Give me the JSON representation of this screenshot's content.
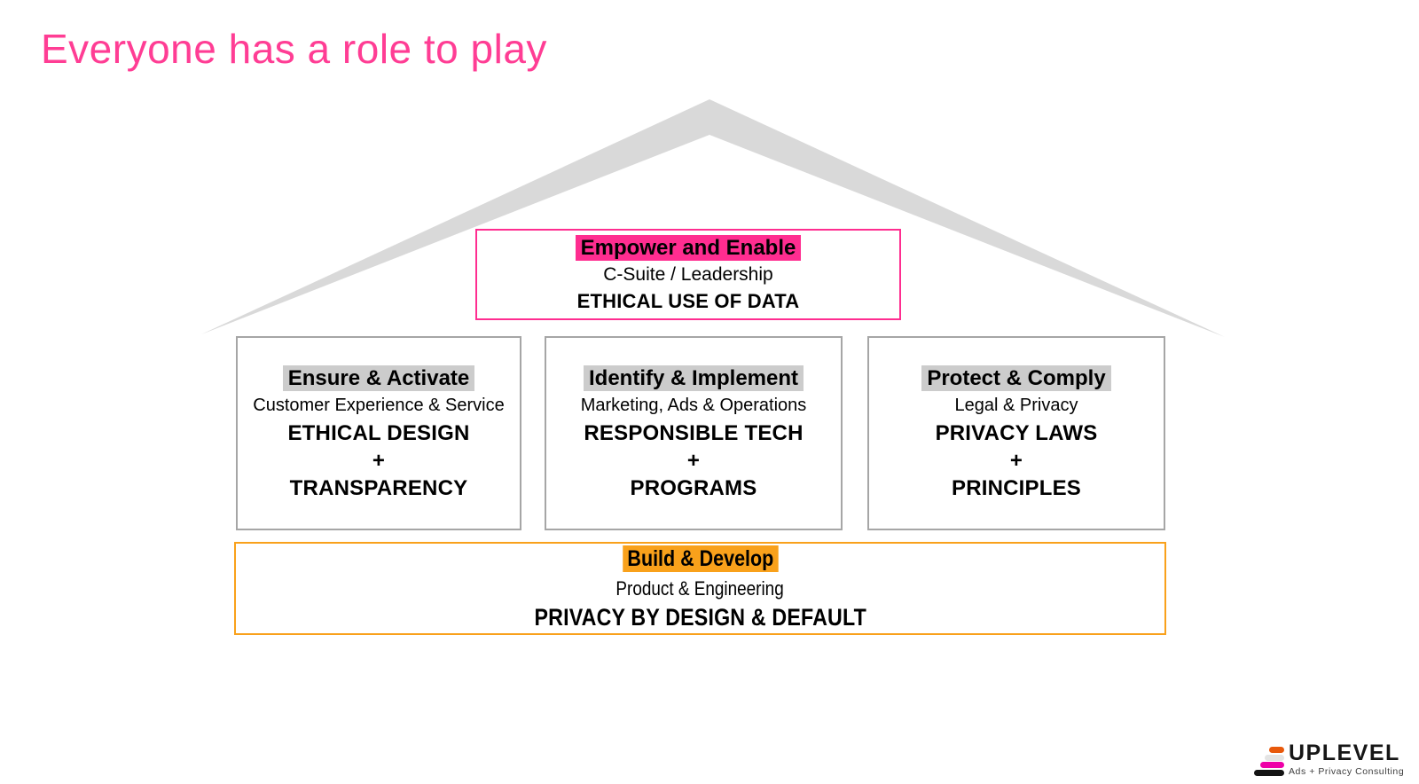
{
  "title": "Everyone has a role to play",
  "colors": {
    "title-pink": "#FF3D94",
    "pink": "#FF2D90",
    "orange": "#F9A11B",
    "gray-highlight": "#CCCCCC",
    "box-border-gray": "#A6A6A6",
    "roof-gray": "#D9D9D9",
    "logo-orange": "#E8590C",
    "logo-gray": "#E4E4E4",
    "logo-magenta": "#EE00A8",
    "logo-black": "#141414"
  },
  "house": {
    "roof_shape": "gray-roof-chevron"
  },
  "boxes": {
    "top": {
      "heading": "Empower and Enable",
      "team": "C-Suite / Leadership",
      "lines": [
        "ETHICAL USE OF DATA"
      ]
    },
    "middle": [
      {
        "heading": "Ensure & Activate",
        "team": "Customer Experience & Service",
        "lines": [
          "ETHICAL DESIGN",
          "+",
          "TRANSPARENCY"
        ]
      },
      {
        "heading": "Identify & Implement",
        "team": "Marketing, Ads & Operations",
        "lines": [
          "RESPONSIBLE TECH",
          "+",
          "PROGRAMS"
        ]
      },
      {
        "heading": "Protect & Comply",
        "team": "Legal & Privacy",
        "lines": [
          "PRIVACY LAWS",
          "+",
          "PRINCIPLES"
        ]
      }
    ],
    "bottom": {
      "heading": "Build & Develop",
      "team": "Product & Engineering",
      "lines": [
        "PRIVACY BY DESIGN & DEFAULT"
      ]
    }
  },
  "logo": {
    "icon": "stacked-bars-icon",
    "wordmark": "UPLEVEL",
    "tagline": "Ads + Privacy Consulting"
  }
}
